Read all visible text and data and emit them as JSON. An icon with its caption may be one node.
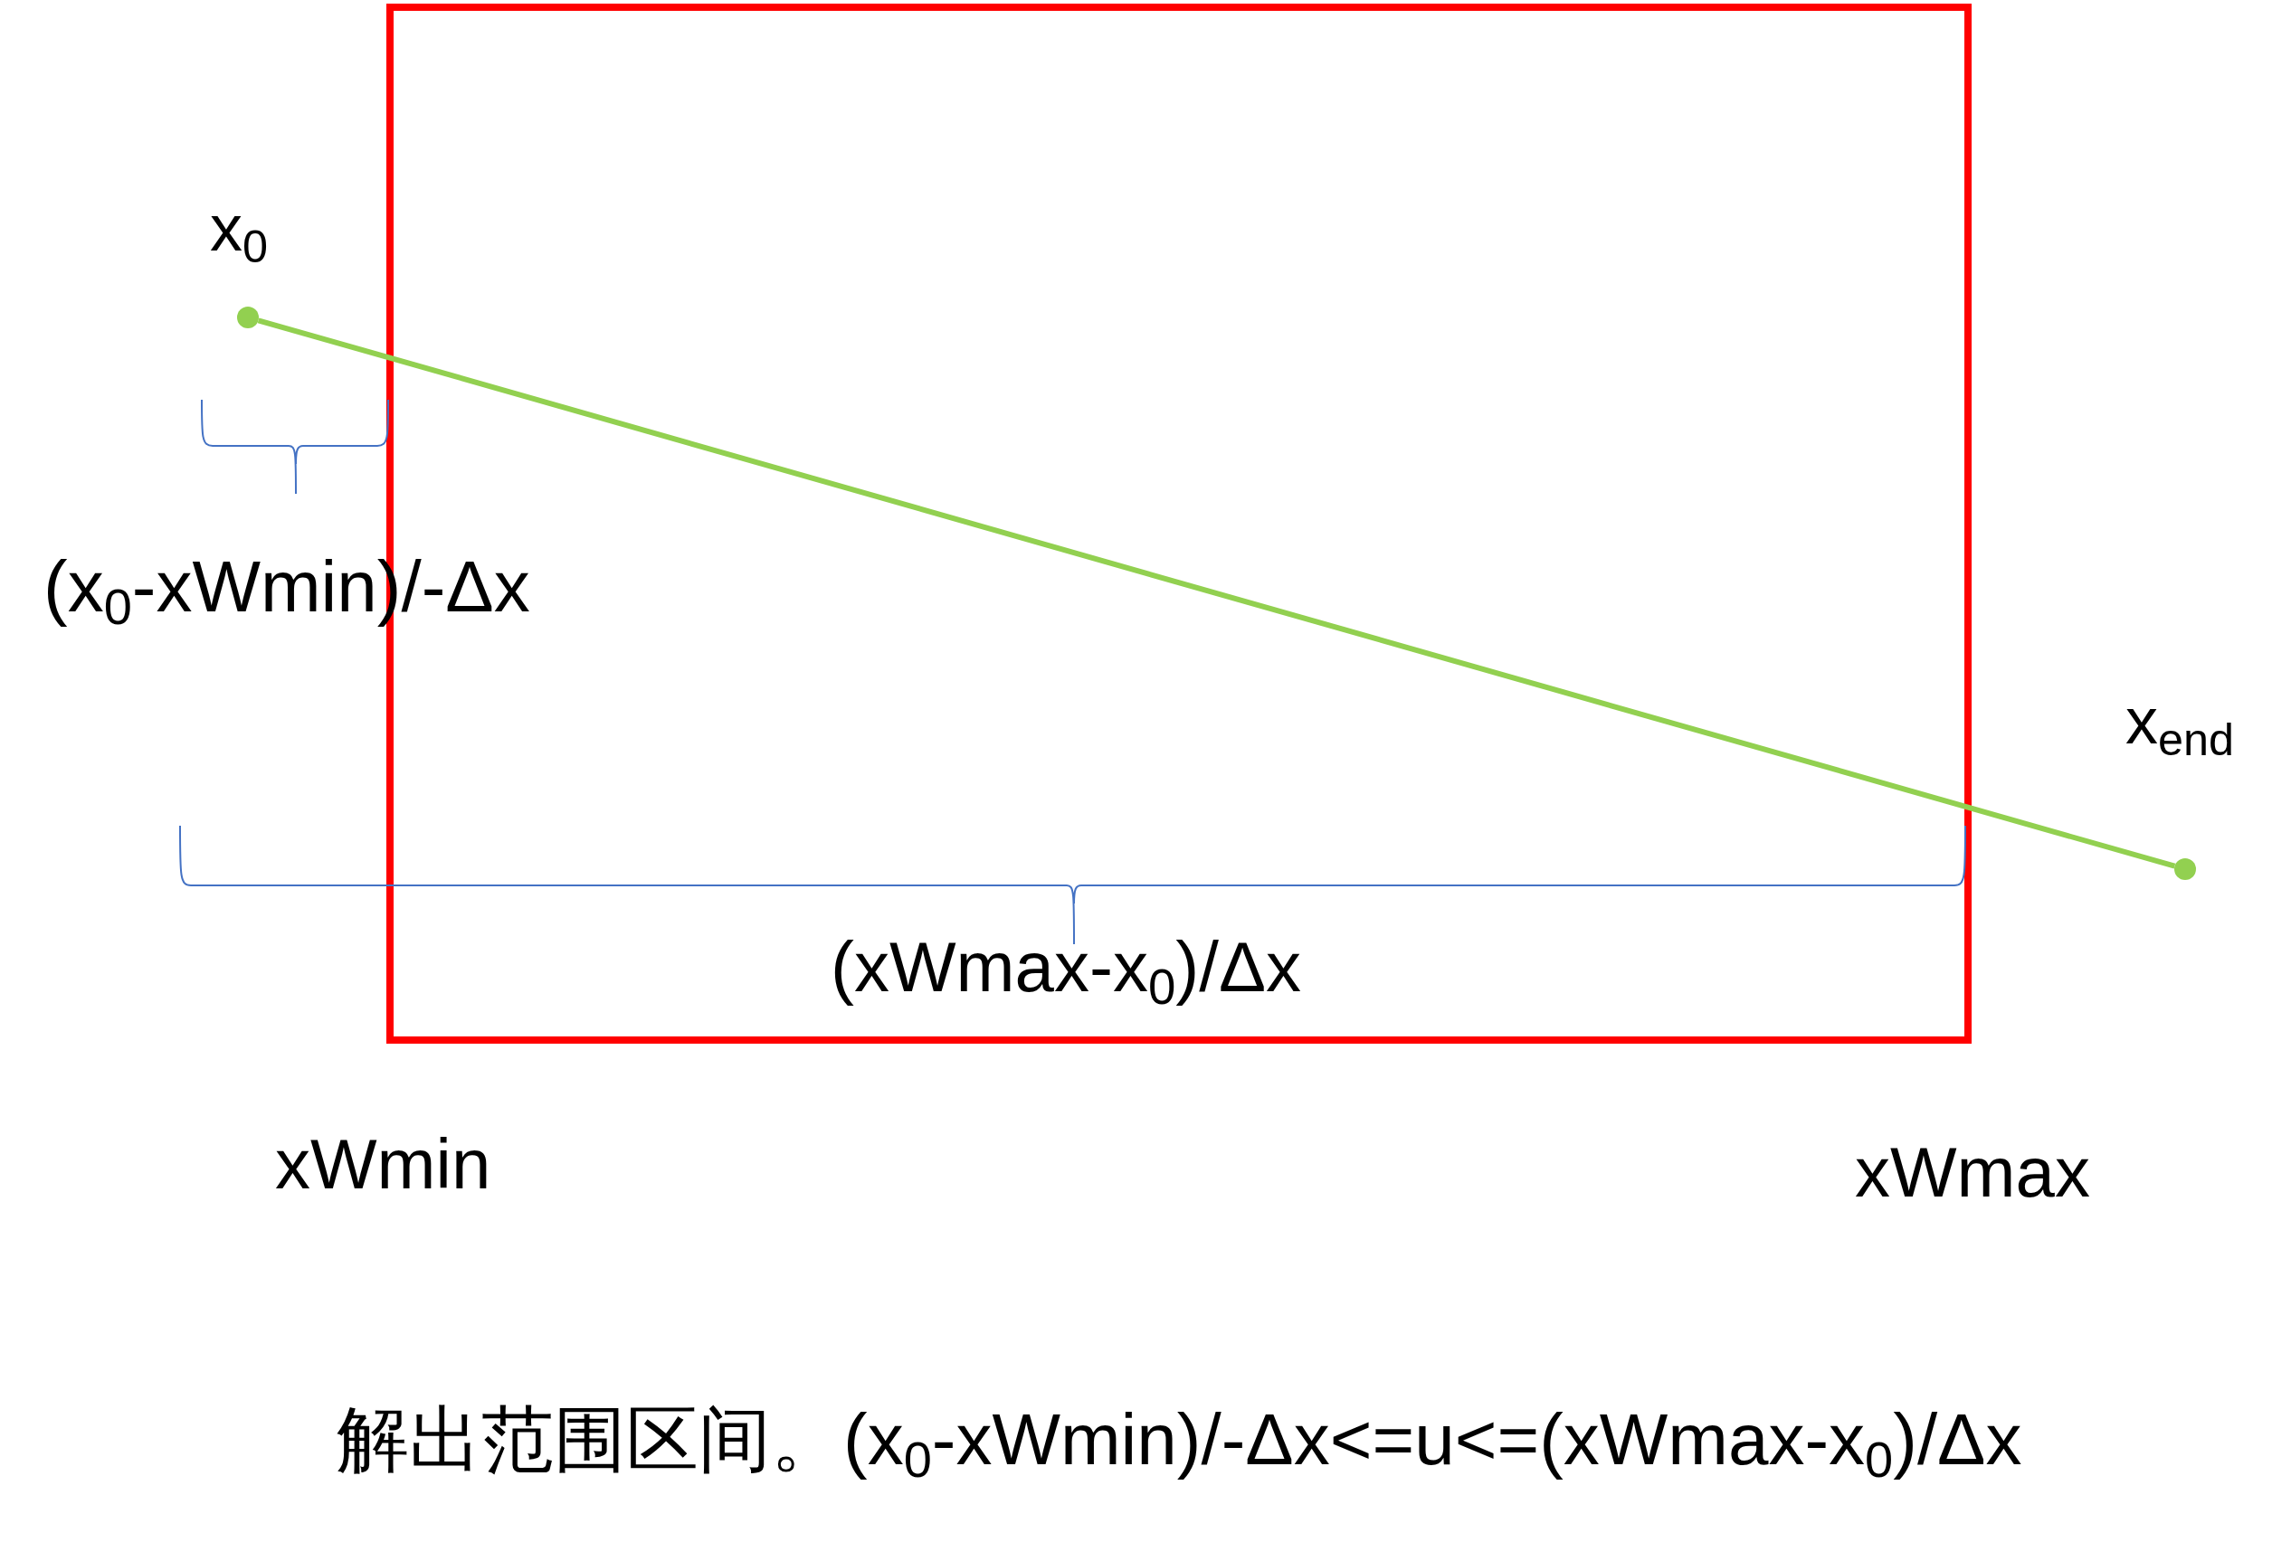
{
  "diagram": {
    "caption": "解出范围区间。(x$_{0}$-xWmin)/-Δx<=u<=(xWmax-x$_{0}$)/Δx",
    "nodes": [
      {
        "text": [
          "x$_{0}$"
        ]
      },
      {
        "text": [
          "x$_{end}$"
        ]
      }
    ],
    "edges": [
      {
        "from": 0,
        "to": 1,
        "arrow": "none",
        "color": "#92d050"
      }
    ],
    "labels": [
      "(x$_{0}$-xWmin)/-Δx",
      "(xWmax-x$_{0}$)/Δx",
      "xWmin",
      "xWmax"
    ]
  }
}
